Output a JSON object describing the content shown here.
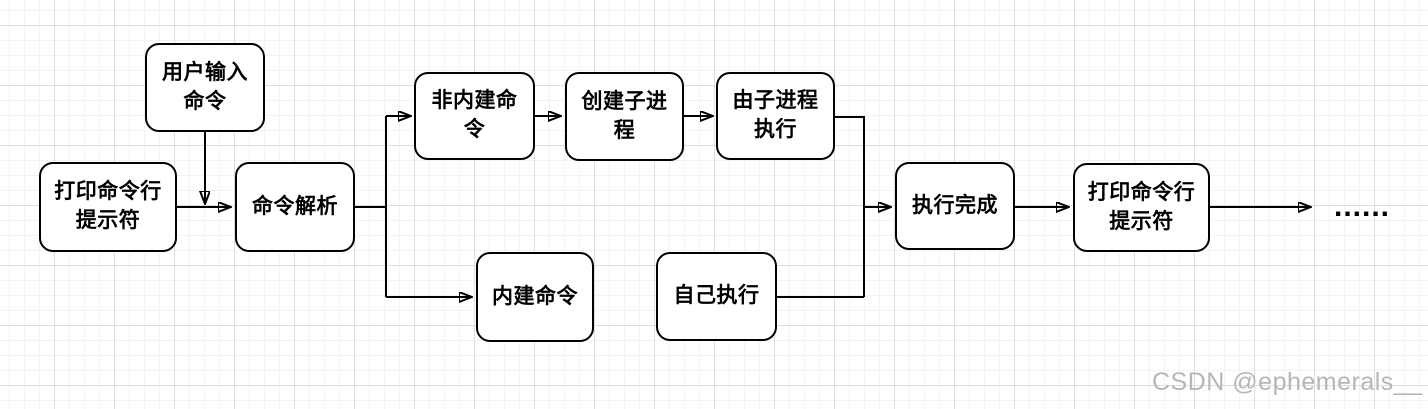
{
  "diagram": {
    "title_hint": "shell-command-execution-flowchart",
    "nodes": [
      {
        "id": "print-prompt-1",
        "label": "打印命令行\n提示符"
      },
      {
        "id": "user-input-command",
        "label": "用户输入\n命令"
      },
      {
        "id": "command-parse",
        "label": "命令解析"
      },
      {
        "id": "non-builtin-command",
        "label": "非内建命\n令"
      },
      {
        "id": "create-child-process",
        "label": "创建子进\n程"
      },
      {
        "id": "child-process-execute",
        "label": "由子进程\n执行"
      },
      {
        "id": "builtin-command",
        "label": "内建命令"
      },
      {
        "id": "self-execute",
        "label": "自己执行"
      },
      {
        "id": "execution-complete",
        "label": "执行完成"
      },
      {
        "id": "print-prompt-2",
        "label": "打印命令行\n提示符"
      }
    ],
    "edges": [
      {
        "from": "print-prompt-1",
        "to": "command-parse"
      },
      {
        "from": "user-input-command",
        "to": "command-parse"
      },
      {
        "from": "command-parse",
        "to": "non-builtin-command"
      },
      {
        "from": "command-parse",
        "to": "builtin-command"
      },
      {
        "from": "non-builtin-command",
        "to": "create-child-process"
      },
      {
        "from": "create-child-process",
        "to": "child-process-execute"
      },
      {
        "from": "child-process-execute",
        "to": "execution-complete"
      },
      {
        "from": "builtin-command",
        "to": "self-execute"
      },
      {
        "from": "self-execute",
        "to": "execution-complete"
      },
      {
        "from": "execution-complete",
        "to": "print-prompt-2"
      },
      {
        "from": "print-prompt-2",
        "to": "ellipsis"
      }
    ],
    "ellipsis": "......",
    "colors": {
      "node_border": "#000000",
      "node_fill": "#ffffff",
      "connector": "#000000",
      "grid_minor": "#f3f3f4",
      "grid_major": "#dedede",
      "watermark": "#b6b6b6"
    }
  },
  "watermark": {
    "text": "CSDN @ephemerals__"
  }
}
